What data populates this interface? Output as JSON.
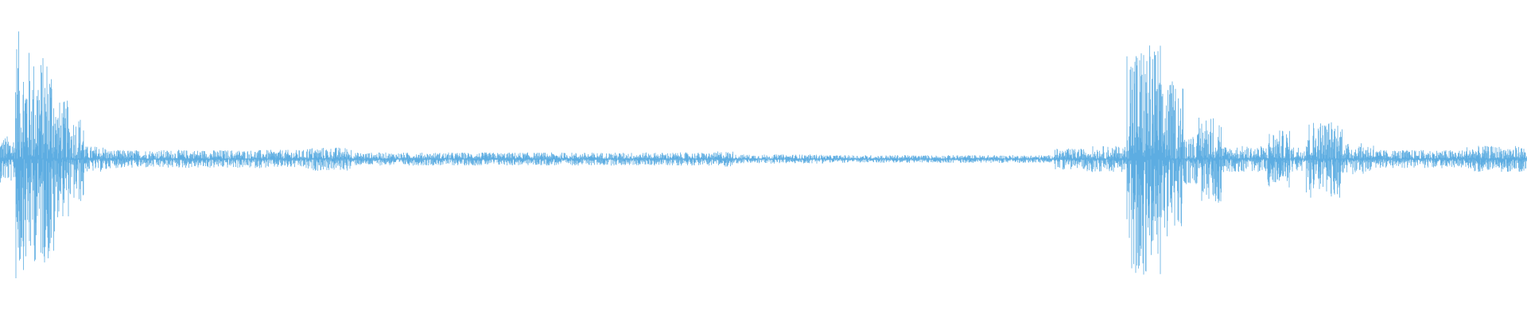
{
  "waveform": {
    "color": "#5dade2",
    "background": "#ffffff",
    "segments": [
      {
        "start": 0.0,
        "end": 0.01,
        "amp": 0.18
      },
      {
        "start": 0.01,
        "end": 0.013,
        "amp": 0.98
      },
      {
        "start": 0.013,
        "end": 0.02,
        "amp": 0.85
      },
      {
        "start": 0.02,
        "end": 0.03,
        "amp": 0.8
      },
      {
        "start": 0.03,
        "end": 0.036,
        "amp": 0.82
      },
      {
        "start": 0.036,
        "end": 0.045,
        "amp": 0.45
      },
      {
        "start": 0.045,
        "end": 0.055,
        "amp": 0.34
      },
      {
        "start": 0.055,
        "end": 0.07,
        "amp": 0.1
      },
      {
        "start": 0.07,
        "end": 0.2,
        "amp": 0.07
      },
      {
        "start": 0.2,
        "end": 0.23,
        "amp": 0.09
      },
      {
        "start": 0.23,
        "end": 0.47,
        "amp": 0.05
      },
      {
        "start": 0.47,
        "end": 0.48,
        "amp": 0.06
      },
      {
        "start": 0.48,
        "end": 0.54,
        "amp": 0.035
      },
      {
        "start": 0.54,
        "end": 0.69,
        "amp": 0.03
      },
      {
        "start": 0.69,
        "end": 0.71,
        "amp": 0.08
      },
      {
        "start": 0.71,
        "end": 0.738,
        "amp": 0.1
      },
      {
        "start": 0.738,
        "end": 0.742,
        "amp": 0.95
      },
      {
        "start": 0.742,
        "end": 0.76,
        "amp": 0.9
      },
      {
        "start": 0.76,
        "end": 0.775,
        "amp": 0.6
      },
      {
        "start": 0.775,
        "end": 0.785,
        "amp": 0.2
      },
      {
        "start": 0.785,
        "end": 0.8,
        "amp": 0.34
      },
      {
        "start": 0.8,
        "end": 0.83,
        "amp": 0.1
      },
      {
        "start": 0.83,
        "end": 0.845,
        "amp": 0.22
      },
      {
        "start": 0.845,
        "end": 0.855,
        "amp": 0.1
      },
      {
        "start": 0.855,
        "end": 0.88,
        "amp": 0.3
      },
      {
        "start": 0.88,
        "end": 0.9,
        "amp": 0.12
      },
      {
        "start": 0.9,
        "end": 0.96,
        "amp": 0.07
      },
      {
        "start": 0.96,
        "end": 1.0,
        "amp": 0.1
      }
    ]
  }
}
